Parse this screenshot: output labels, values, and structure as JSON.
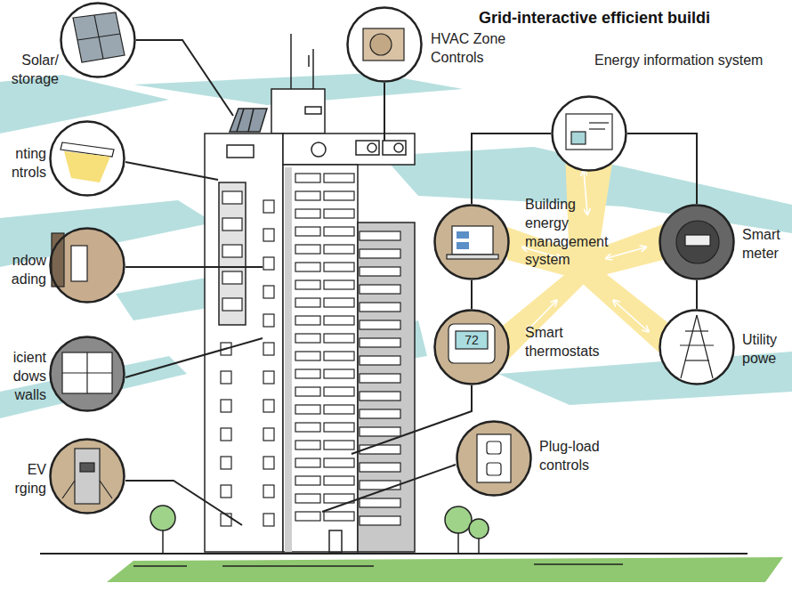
{
  "diagram": {
    "title": "Grid-interactive efficient buildi",
    "nodes": [
      {
        "text": [
          "Solar/ storage"
        ]
      },
      {
        "text": [
          "HVAC Zone Controls"
        ]
      },
      {
        "text": [
          "Energy information system"
        ]
      },
      {
        "text": [
          "nting ntrols"
        ]
      },
      {
        "text": [
          "Building energy management system"
        ]
      },
      {
        "text": [
          "Smart meter"
        ]
      },
      {
        "text": [
          "ndow ading"
        ]
      },
      {
        "text": [
          "Smart thermostats",
          "72"
        ]
      },
      {
        "text": [
          "Utility powe"
        ]
      },
      {
        "text": [
          "icient dows walls"
        ]
      },
      {
        "text": [
          "Plug-load controls"
        ]
      },
      {
        "text": [
          "EV rging"
        ]
      }
    ],
    "edges": [
      {
        "from": 2,
        "to": 4,
        "arrow": "none"
      },
      {
        "from": 2,
        "to": 5,
        "arrow": "none"
      },
      {
        "from": 4,
        "to": 7,
        "arrow": "none"
      },
      {
        "from": 5,
        "to": 8,
        "arrow": "none"
      }
    ]
  }
}
